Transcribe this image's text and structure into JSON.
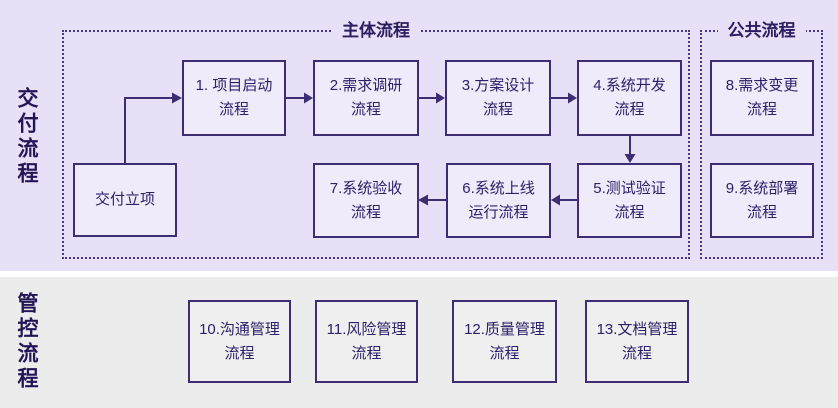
{
  "colors": {
    "delivery_band_bg": "#e7e0f7",
    "control_band_bg": "#ececec",
    "node_fill_purple": "#f0ebfa",
    "node_fill_gray": "#efefef",
    "line_color": "#3e2d72",
    "dashed_border_color": "#4a3781",
    "text_color": "#2d2069"
  },
  "delivery": {
    "side_label": "交付流程",
    "main_group_title": "主体流程",
    "public_group_title": "公共流程",
    "nodes": {
      "start": "交付立项",
      "n1": "1. 项目启动\n流程",
      "n2": "2.需求调研\n流程",
      "n3": "3.方案设计\n流程",
      "n4": "4.系统开发\n流程",
      "n5": "5.测试验证\n流程",
      "n6": "6.系统上线\n运行流程",
      "n7": "7.系统验收\n流程",
      "n8": "8.需求变更\n流程",
      "n9": "9.系统部署\n流程"
    }
  },
  "control": {
    "side_label": "管控流程",
    "nodes": {
      "n10": "10.沟通管理\n流程",
      "n11": "11.风险管理\n流程",
      "n12": "12.质量管理\n流程",
      "n13": "13.文档管理\n流程"
    }
  }
}
